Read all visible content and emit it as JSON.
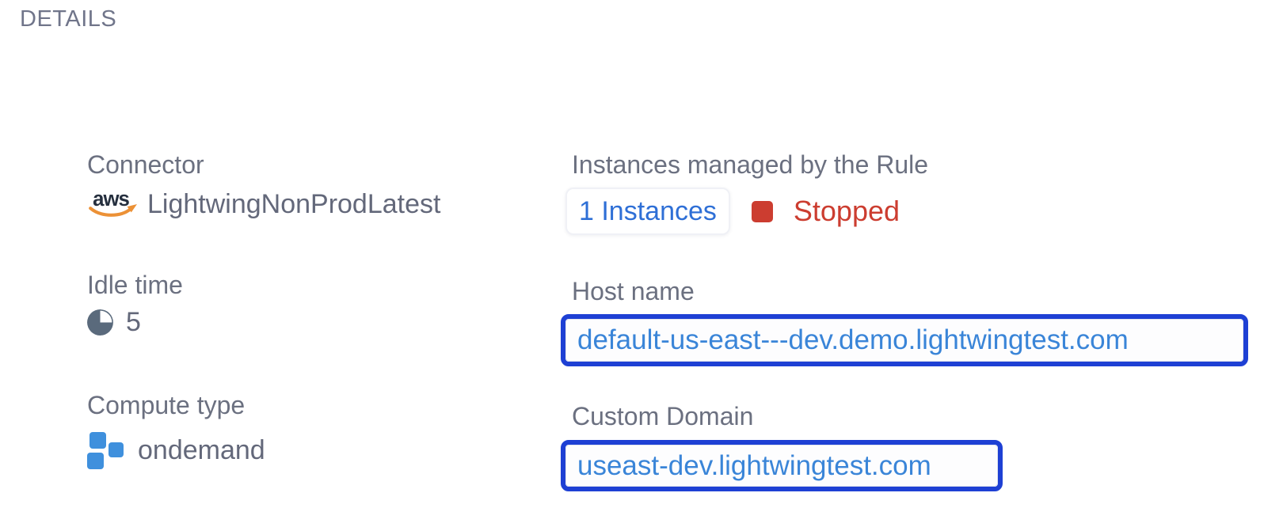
{
  "header": {
    "title": "DETAILS"
  },
  "details": {
    "connector": {
      "label": "Connector",
      "icon_text": "aws",
      "value": "LightwingNonProdLatest"
    },
    "idle_time": {
      "label": "Idle time",
      "value": "5"
    },
    "compute_type": {
      "label": "Compute type",
      "value": "ondemand"
    },
    "instances": {
      "label": "Instances managed by the Rule",
      "count_link": "1 Instances",
      "status": "Stopped"
    },
    "host_name": {
      "label": "Host name",
      "value": "default-us-east---dev.demo.lightwingtest.com"
    },
    "custom_domain": {
      "label": "Custom Domain",
      "value": "useast-dev.lightwingtest.com"
    }
  },
  "colors": {
    "label_gray": "#6b7080",
    "value_gray": "#63687a",
    "title_gray": "#70758a",
    "link_blue": "#2e6fd6",
    "domain_link_blue": "#3a85d8",
    "focus_border_blue": "#1e40d4",
    "status_red": "#cc3d30",
    "aws_logo_dark": "#252f3e",
    "aws_logo_orange": "#ec9136",
    "compute_block_blue": "#3f90dd",
    "pie_icon_slate": "#5a6a7c"
  }
}
